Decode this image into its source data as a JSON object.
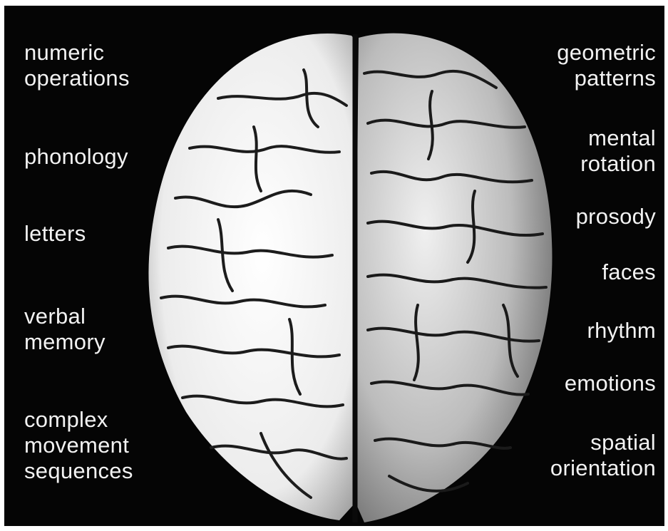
{
  "left_labels": [
    {
      "lines": [
        "numeric",
        "operations"
      ]
    },
    {
      "lines": [
        "phonology"
      ]
    },
    {
      "lines": [
        "letters"
      ]
    },
    {
      "lines": [
        "verbal",
        "memory"
      ]
    },
    {
      "lines": [
        "complex",
        "movement",
        "sequences"
      ]
    }
  ],
  "right_labels": [
    {
      "lines": [
        "geometric",
        "patterns"
      ]
    },
    {
      "lines": [
        "mental",
        "rotation"
      ]
    },
    {
      "lines": [
        "prosody"
      ]
    },
    {
      "lines": [
        "faces"
      ]
    },
    {
      "lines": [
        "rhythm"
      ]
    },
    {
      "lines": [
        "emotions"
      ]
    },
    {
      "lines": [
        "spatial",
        "orientation"
      ]
    }
  ],
  "colors": {
    "background": "#050505",
    "text": "#f2f2f2",
    "left_hemisphere": "#f4f4f4",
    "right_hemisphere": "#bdbdbd",
    "sulci": "#1a1a1a"
  },
  "icons": {
    "brain": "brain-top-view-illustration"
  }
}
